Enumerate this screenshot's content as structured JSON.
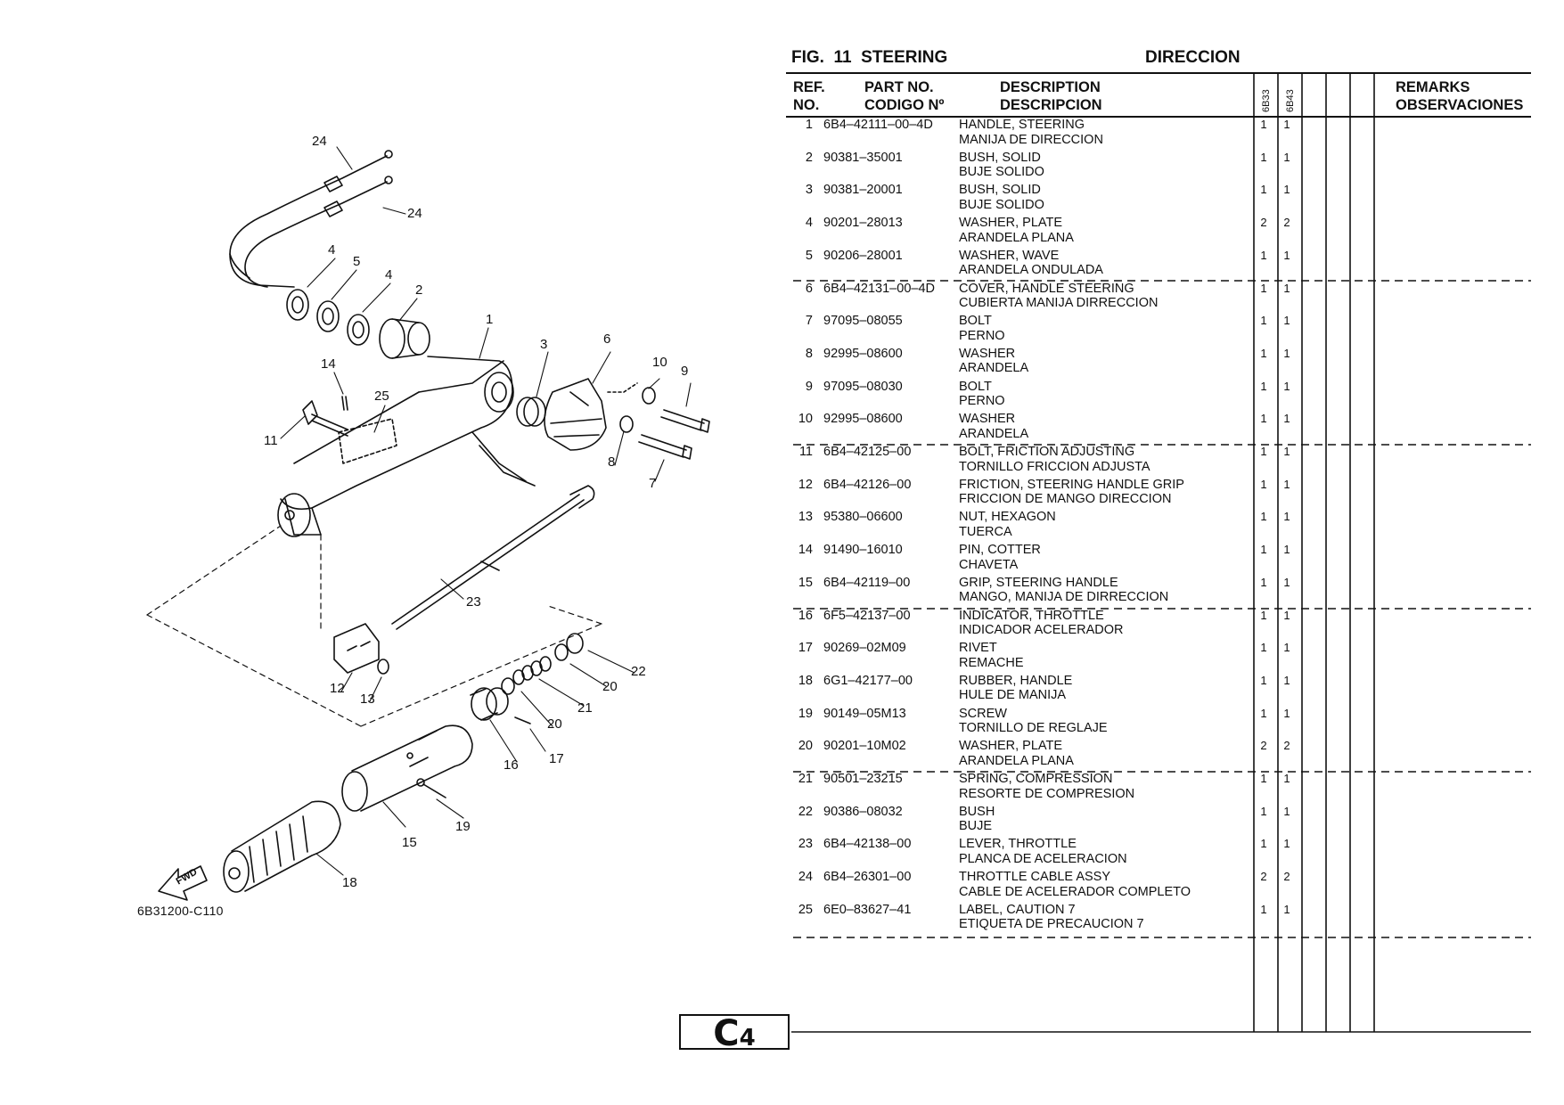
{
  "header": {
    "fig_label": "FIG.  11  STEERING",
    "title_es": "DIRECCION"
  },
  "columns": {
    "ref_line1": "REF.",
    "ref_line2": "NO.",
    "part_line1": "PART NO.",
    "part_line2": "CODIGO Nº",
    "desc_line1": "DESCRIPTION",
    "desc_line2": "DESCRIPCION",
    "model1": "6B33",
    "model2": "6B43",
    "remarks_line1": "REMARKS",
    "remarks_line2": "OBSERVACIONES"
  },
  "parts": [
    {
      "ref": "1",
      "part_no": "6B4–42111–00–4D",
      "desc_en": "HANDLE, STEERING",
      "desc_es": "MANIJA DE DIRECCION",
      "q1": "1",
      "q2": "1"
    },
    {
      "ref": "2",
      "part_no": "90381–35001",
      "desc_en": "BUSH, SOLID",
      "desc_es": "BUJE  SOLIDO",
      "q1": "1",
      "q2": "1"
    },
    {
      "ref": "3",
      "part_no": "90381–20001",
      "desc_en": "BUSH, SOLID",
      "desc_es": "BUJE  SOLIDO",
      "q1": "1",
      "q2": "1"
    },
    {
      "ref": "4",
      "part_no": "90201–28013",
      "desc_en": "WASHER, PLATE",
      "desc_es": "ARANDELA PLANA",
      "q1": "2",
      "q2": "2"
    },
    {
      "ref": "5",
      "part_no": "90206–28001",
      "desc_en": "WASHER, WAVE",
      "desc_es": "ARANDELA  ONDULADA",
      "q1": "1",
      "q2": "1"
    },
    {
      "ref": "6",
      "part_no": "6B4–42131–00–4D",
      "desc_en": "COVER, HANDLE STEERING",
      "desc_es": "CUBIERTA MANIJA DIRRECCION",
      "q1": "1",
      "q2": "1"
    },
    {
      "ref": "7",
      "part_no": "97095–08055",
      "desc_en": "BOLT",
      "desc_es": "PERNO",
      "q1": "1",
      "q2": "1"
    },
    {
      "ref": "8",
      "part_no": "92995–08600",
      "desc_en": "WASHER",
      "desc_es": "ARANDELA",
      "q1": "1",
      "q2": "1"
    },
    {
      "ref": "9",
      "part_no": "97095–08030",
      "desc_en": "BOLT",
      "desc_es": "PERNO",
      "q1": "1",
      "q2": "1"
    },
    {
      "ref": "10",
      "part_no": "92995–08600",
      "desc_en": "WASHER",
      "desc_es": "ARANDELA",
      "q1": "1",
      "q2": "1"
    },
    {
      "ref": "11",
      "part_no": "6B4–42125–00",
      "desc_en": "BOLT, FRICTION ADJUSTING",
      "desc_es": "TORNILLO FRICCION ADJUSTA",
      "q1": "1",
      "q2": "1"
    },
    {
      "ref": "12",
      "part_no": "6B4–42126–00",
      "desc_en": "FRICTION, STEERING HANDLE GRIP",
      "desc_es": "FRICCION DE MANGO DIRECCION",
      "q1": "1",
      "q2": "1"
    },
    {
      "ref": "13",
      "part_no": "95380–06600",
      "desc_en": "NUT, HEXAGON",
      "desc_es": "TUERCA",
      "q1": "1",
      "q2": "1"
    },
    {
      "ref": "14",
      "part_no": "91490–16010",
      "desc_en": "PIN, COTTER",
      "desc_es": "CHAVETA",
      "q1": "1",
      "q2": "1"
    },
    {
      "ref": "15",
      "part_no": "6B4–42119–00",
      "desc_en": "GRIP, STEERING HANDLE",
      "desc_es": "MANGO, MANIJA DE DIRRECCION",
      "q1": "1",
      "q2": "1"
    },
    {
      "ref": "16",
      "part_no": "6F5–42137–00",
      "desc_en": "INDICATOR, THROTTLE",
      "desc_es": "INDICADOR  ACELERADOR",
      "q1": "1",
      "q2": "1"
    },
    {
      "ref": "17",
      "part_no": "90269–02M09",
      "desc_en": "RIVET",
      "desc_es": "REMACHE",
      "q1": "1",
      "q2": "1"
    },
    {
      "ref": "18",
      "part_no": "6G1–42177–00",
      "desc_en": "RUBBER, HANDLE",
      "desc_es": "HULE DE MANIJA",
      "q1": "1",
      "q2": "1"
    },
    {
      "ref": "19",
      "part_no": "90149–05M13",
      "desc_en": "SCREW",
      "desc_es": "TORNILLO DE REGLAJE",
      "q1": "1",
      "q2": "1"
    },
    {
      "ref": "20",
      "part_no": "90201–10M02",
      "desc_en": "WASHER, PLATE",
      "desc_es": "ARANDELA PLANA",
      "q1": "2",
      "q2": "2"
    },
    {
      "ref": "21",
      "part_no": "90501–23215",
      "desc_en": "SPRING, COMPRESSION",
      "desc_es": "RESORTE  DE COMPRESION",
      "q1": "1",
      "q2": "1"
    },
    {
      "ref": "22",
      "part_no": "90386–08032",
      "desc_en": "BUSH",
      "desc_es": "BUJE",
      "q1": "1",
      "q2": "1"
    },
    {
      "ref": "23",
      "part_no": "6B4–42138–00",
      "desc_en": "LEVER, THROTTLE",
      "desc_es": "PLANCA DE ACELERACION",
      "q1": "1",
      "q2": "1"
    },
    {
      "ref": "24",
      "part_no": "6B4–26301–00",
      "desc_en": "THROTTLE CABLE ASSY",
      "desc_es": "CABLE DE ACELERADOR COMPLETO",
      "q1": "2",
      "q2": "2"
    },
    {
      "ref": "25",
      "part_no": "6E0–83627–41",
      "desc_en": "LABEL, CAUTION 7",
      "desc_es": "ETIQUETA  DE PRECAUCION 7",
      "q1": "1",
      "q2": "1"
    }
  ],
  "diagram": {
    "figure_code": "6B31200-C110",
    "fwd_label": "FWD",
    "callouts": [
      "24",
      "24",
      "4",
      "5",
      "4",
      "2",
      "1",
      "3",
      "6",
      "10",
      "9",
      "14",
      "25",
      "11",
      "8",
      "7",
      "23",
      "22",
      "20",
      "21",
      "20",
      "12",
      "13",
      "16",
      "17",
      "19",
      "15",
      "18"
    ]
  },
  "page_tag": {
    "letter": "C",
    "number": "4"
  }
}
